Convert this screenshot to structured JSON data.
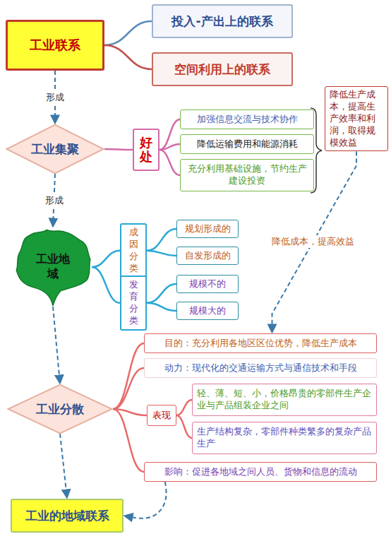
{
  "diagram": {
    "nodes": [
      {
        "text": [
          "工业联系"
        ]
      },
      {
        "text": [
          "投入-产出上的联系"
        ]
      },
      {
        "text": [
          "空间利用上的联系"
        ]
      },
      {
        "text": [
          "工业集聚"
        ]
      },
      {
        "text": [
          "好处"
        ]
      },
      {
        "text": [
          "加强信息交流与技术协作"
        ]
      },
      {
        "text": [
          "降低运输费用和能源消耗"
        ]
      },
      {
        "text": [
          "充分利用基础设施，节约生产建设投资"
        ]
      },
      {
        "text": [
          "降低生产成本，提高生产效率和利润，取得规模效益"
        ]
      },
      {
        "text": [
          "工业地域"
        ]
      },
      {
        "text": [
          "成因分类"
        ]
      },
      {
        "text": [
          "规划形成的"
        ]
      },
      {
        "text": [
          "自发形成的"
        ]
      },
      {
        "text": [
          "发育分类"
        ]
      },
      {
        "text": [
          "规模不的"
        ]
      },
      {
        "text": [
          "规模大的"
        ]
      },
      {
        "text": [
          "工业分散"
        ]
      },
      {
        "text": [
          "目的：充分利用各地区区位优势，降低生产成本"
        ]
      },
      {
        "text": [
          "动力：现代化的交通运输方式与通信技术和手段"
        ]
      },
      {
        "text": [
          "表现"
        ]
      },
      {
        "text": [
          "轻、薄、短、小，价格昂贵的零部件生产企业与产品组装企业之间"
        ]
      },
      {
        "text": [
          "生产结构复杂，零部件种类繁多的复杂产品生产"
        ]
      },
      {
        "text": [
          "影响：促进各地域之间人员、货物和信息的流动"
        ]
      },
      {
        "text": [
          "工业的地域联系"
        ]
      }
    ],
    "edges": [
      {
        "from": 0,
        "to": 1,
        "arrow": "none"
      },
      {
        "from": 0,
        "to": 2,
        "arrow": "none"
      },
      {
        "from": 0,
        "to": 3,
        "label": "形成",
        "arrow": "to"
      },
      {
        "from": 3,
        "to": 4,
        "arrow": "none"
      },
      {
        "from": 4,
        "to": 5,
        "arrow": "none"
      },
      {
        "from": 4,
        "to": 6,
        "arrow": "none"
      },
      {
        "from": 4,
        "to": 7,
        "arrow": "none"
      },
      {
        "from": 3,
        "to": 9,
        "label": "形成",
        "arrow": "to"
      },
      {
        "from": 9,
        "to": 10,
        "arrow": "none"
      },
      {
        "from": 9,
        "to": 13,
        "arrow": "none"
      },
      {
        "from": 10,
        "to": 11,
        "arrow": "none"
      },
      {
        "from": 10,
        "to": 12,
        "arrow": "none"
      },
      {
        "from": 13,
        "to": 14,
        "arrow": "none"
      },
      {
        "from": 13,
        "to": 15,
        "arrow": "none"
      },
      {
        "from": 8,
        "to": 17,
        "label": "降低成本，提高效益",
        "arrow": "to"
      },
      {
        "from": 9,
        "to": 16,
        "arrow": "to"
      },
      {
        "from": 16,
        "to": 17,
        "arrow": "none"
      },
      {
        "from": 16,
        "to": 18,
        "arrow": "none"
      },
      {
        "from": 16,
        "to": 19,
        "arrow": "none"
      },
      {
        "from": 16,
        "to": 22,
        "arrow": "none"
      },
      {
        "from": 19,
        "to": 20,
        "arrow": "none"
      },
      {
        "from": 19,
        "to": 21,
        "arrow": "none"
      },
      {
        "from": 16,
        "to": 23,
        "arrow": "to"
      },
      {
        "from": 22,
        "to": 23,
        "arrow": "to"
      }
    ]
  }
}
